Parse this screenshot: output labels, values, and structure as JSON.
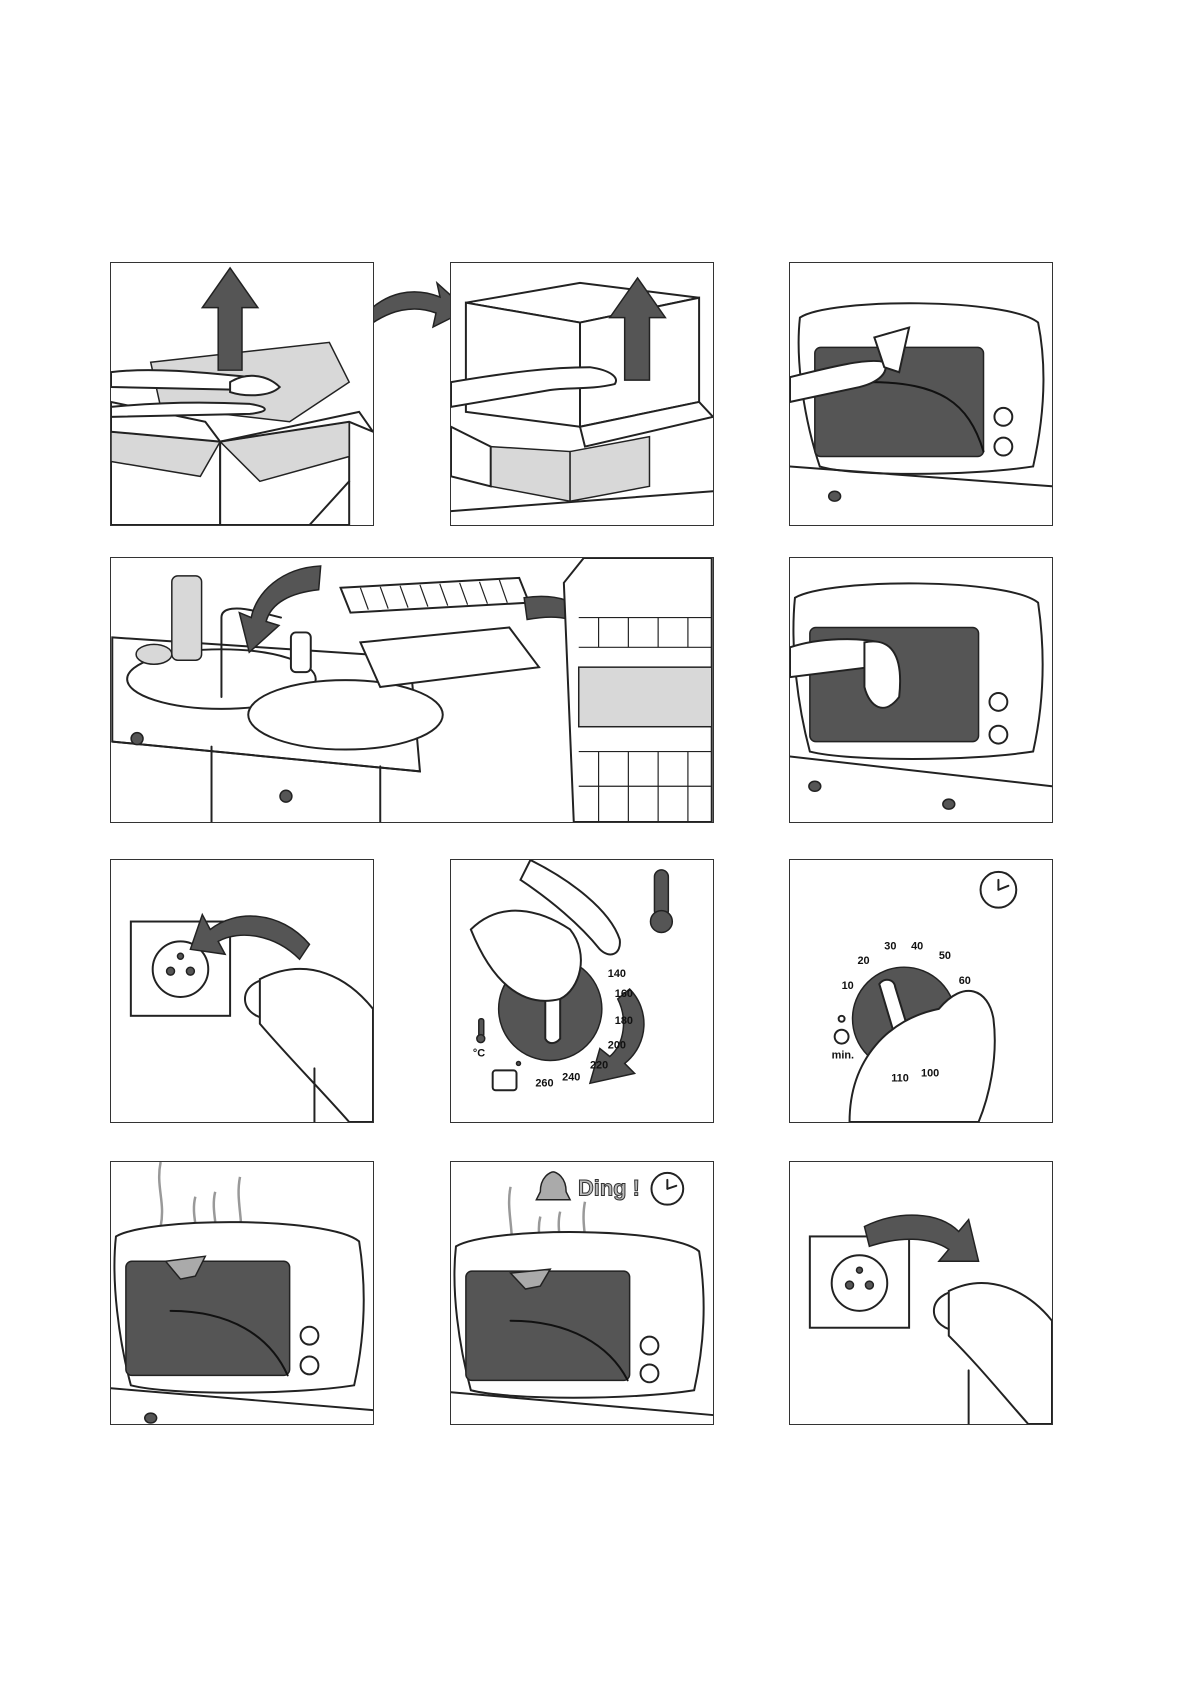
{
  "temperature_dial": {
    "scale": [
      "140",
      "160",
      "180",
      "200",
      "220",
      "240",
      "260"
    ],
    "unit": "°C"
  },
  "timer_dial": {
    "scale": [
      "10",
      "20",
      "30",
      "40",
      "50",
      "60",
      "110",
      "100"
    ],
    "unit": "min."
  },
  "alert": {
    "sound_text": "Ding !"
  }
}
